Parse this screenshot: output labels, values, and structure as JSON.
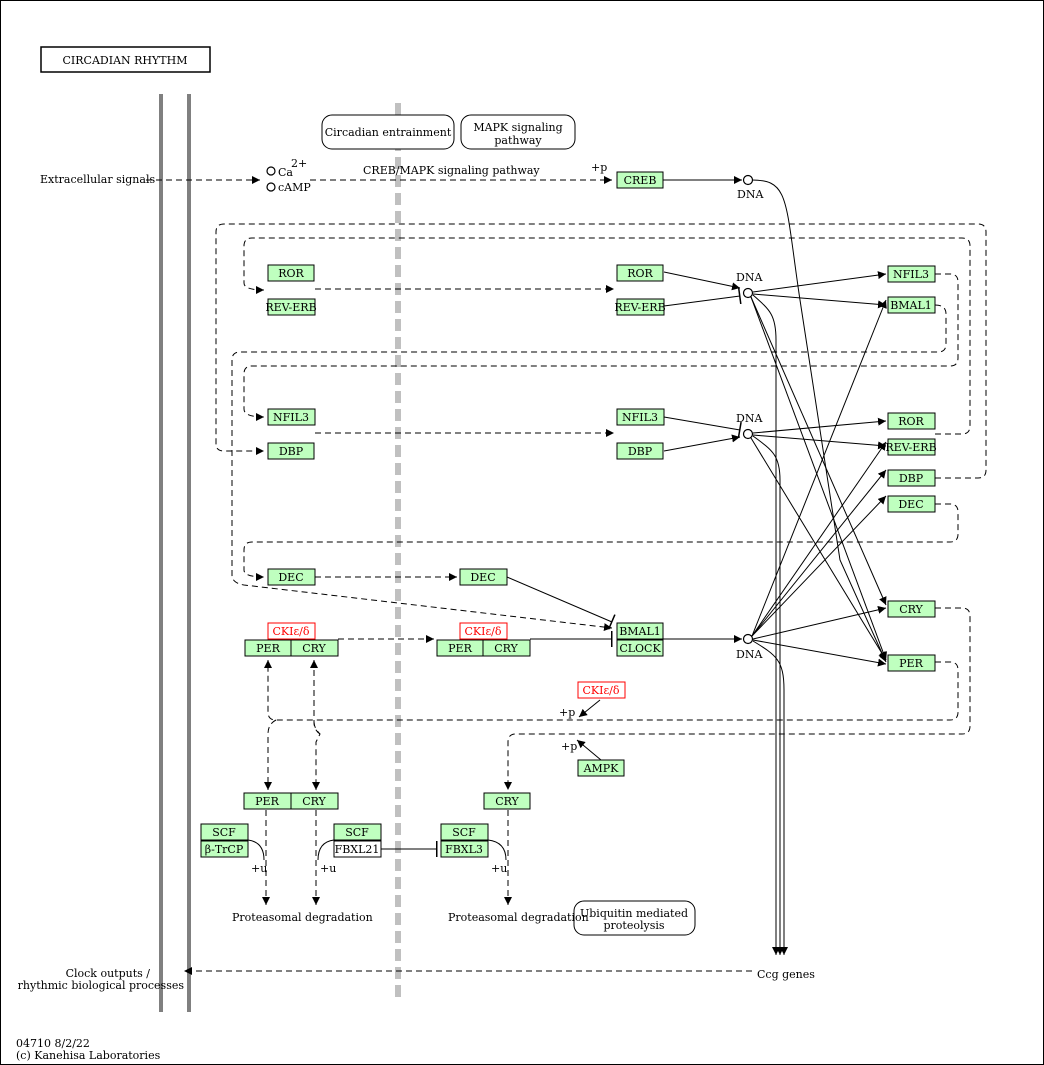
{
  "title": "CIRCADIAN RHYTHM",
  "footer": {
    "code": "04710 8/2/22",
    "copyright": "(c) Kanehisa Laboratories"
  },
  "colors": {
    "gene_fill": "#bfffbf",
    "highlight": "#ff0000",
    "membrane": "#808080",
    "divider": "#c0c0c0"
  },
  "labels": {
    "extracellular": "Extracellular signals",
    "ca": "Ca",
    "ca_sup": "2+",
    "camp": "cAMP",
    "creb_mapk": "CREB/MAPK signaling pathway",
    "plus_p": "+p",
    "plus_u": "+u",
    "dna": "DNA",
    "proteasomal": "Proteasomal degradation",
    "ccg": "Ccg genes",
    "clock_out_1": "Clock outputs /",
    "clock_out_2": "rhythmic biological processes"
  },
  "pathways": {
    "entrainment": "Circadian entrainment",
    "mapk_1": "MAPK signaling",
    "mapk_2": "pathway",
    "ubiq_1": "Ubiquitin mediated",
    "ubiq_2": "proteolysis"
  },
  "genes": {
    "creb": "CREB",
    "ror": "ROR",
    "rev_erb": "REV-ERB",
    "nfil3": "NFIL3",
    "bmal1": "BMAL1",
    "dbp": "DBP",
    "dec": "DEC",
    "cry": "CRY",
    "per": "PER",
    "ck": "CKIε/δ",
    "clock": "CLOCK",
    "ampk": "AMPK",
    "scf": "SCF",
    "btrcp": "β-TrCP",
    "fbxl21": "FBXL21",
    "fbxl3": "FBXL3"
  }
}
